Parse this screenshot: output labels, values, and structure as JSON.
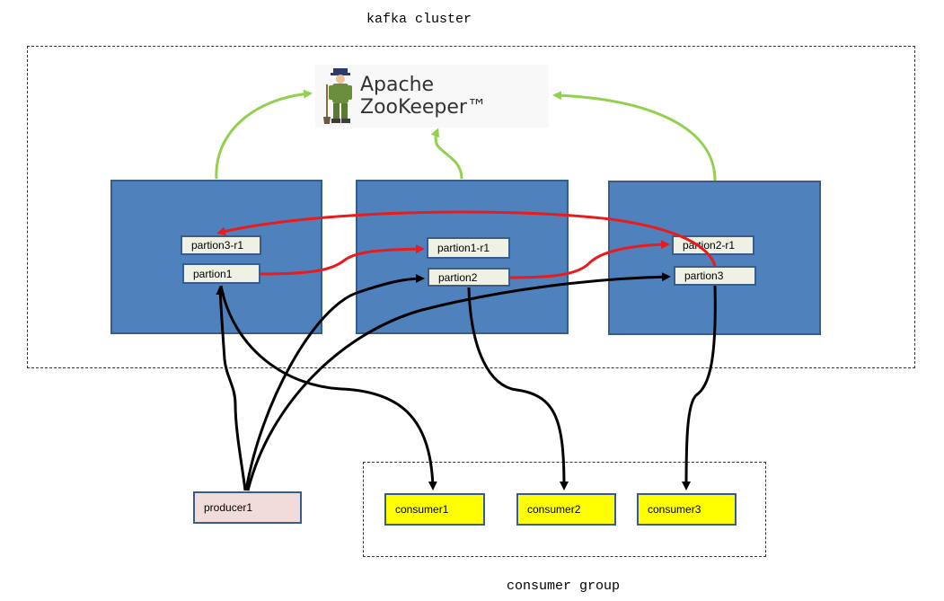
{
  "titles": {
    "cluster": "kafka cluster",
    "group": "consumer group"
  },
  "zookeeper": {
    "label": "Apache ZooKeeper™",
    "logo_icon": "zookeeper-keeper-icon"
  },
  "brokers": [
    {
      "partitions": [
        "partion3-r1",
        "partion1"
      ]
    },
    {
      "partitions": [
        "partion1-r1",
        "partion2"
      ]
    },
    {
      "partitions": [
        "partion2-r1",
        "partion3"
      ]
    }
  ],
  "producer": "producer1",
  "consumers": [
    "consumer1",
    "consumer2",
    "consumer3"
  ],
  "colors": {
    "broker_fill": "#4f81bd",
    "broker_border": "#385d8a",
    "partition_fill": "#eef1e3",
    "consumer_fill": "#ffff00",
    "producer_fill": "#f2dcdb",
    "replication_arrow": "#e81c1c",
    "zookeeper_arrow": "#92d050",
    "data_arrow": "#000000"
  }
}
